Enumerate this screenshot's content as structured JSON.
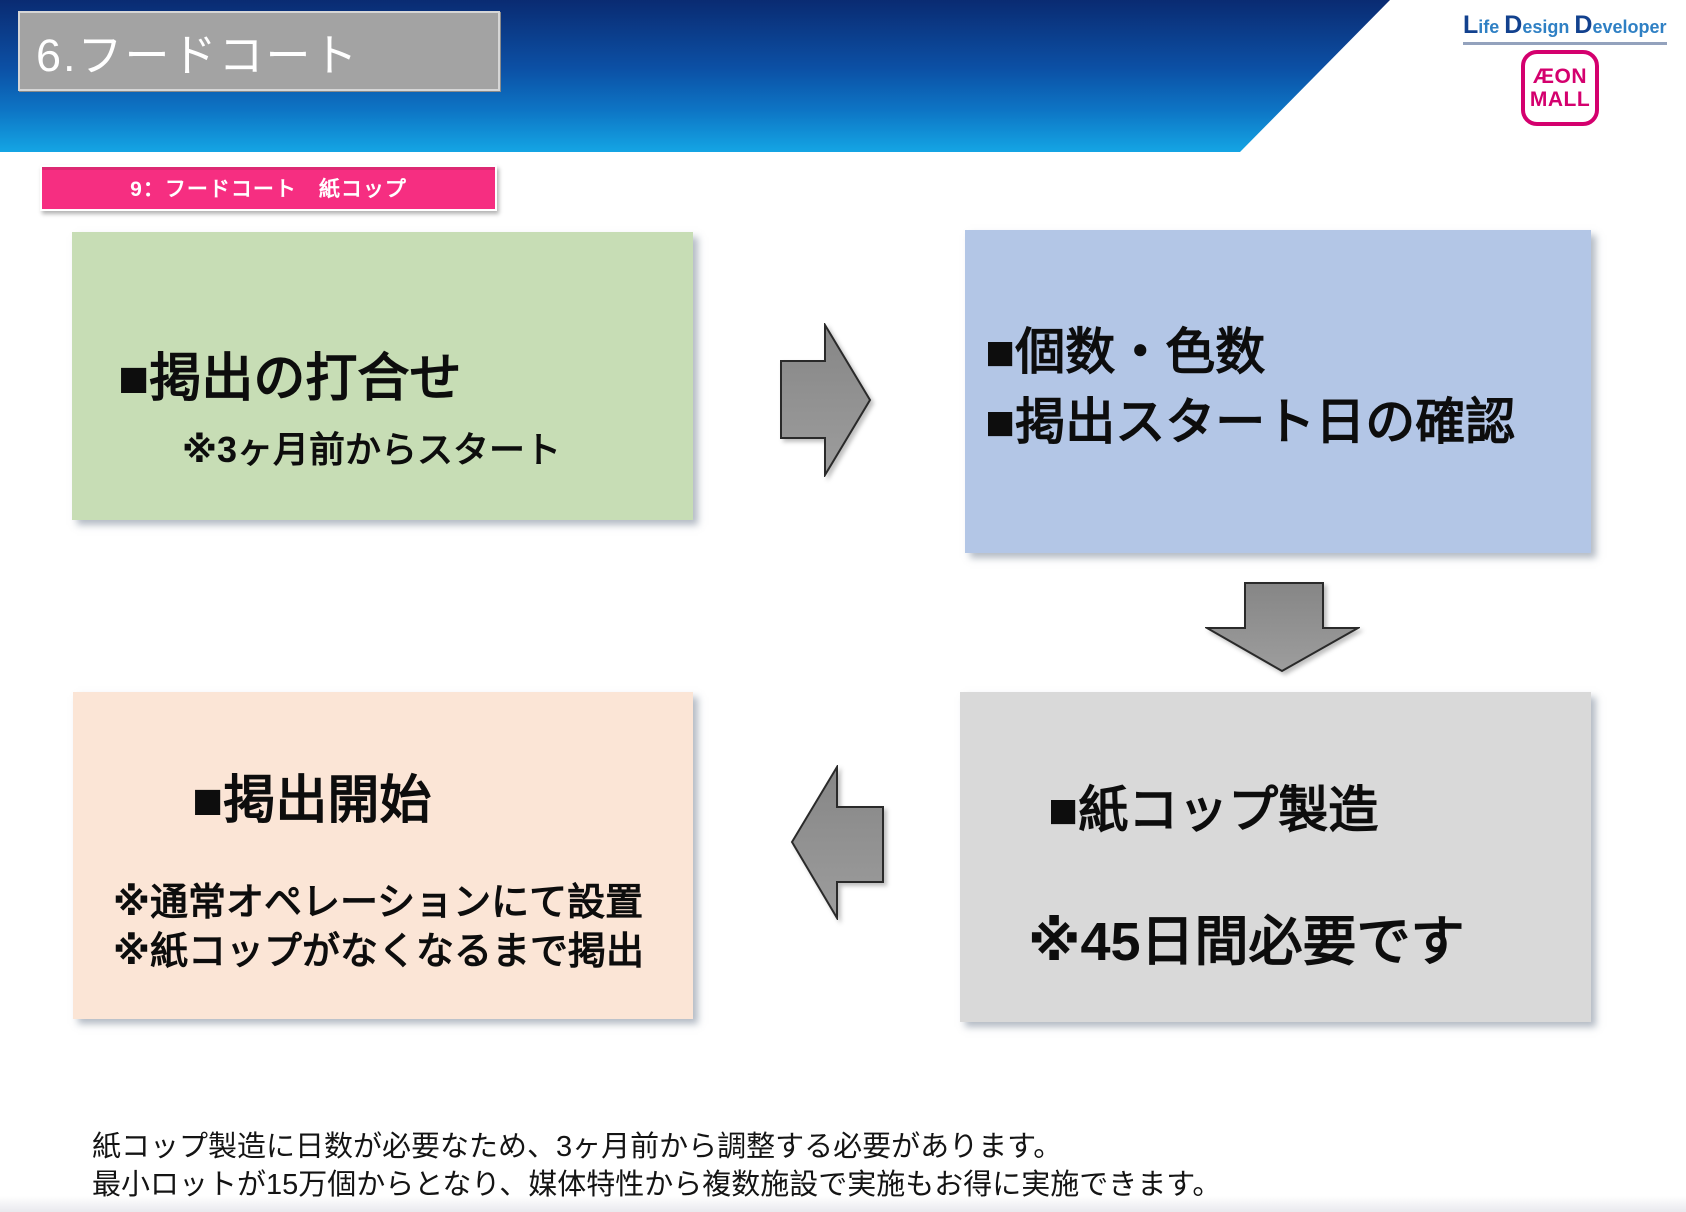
{
  "slide": {
    "header": {
      "section_title": "6.フードコート",
      "ldd_logo_words": [
        "Life",
        "Design",
        "Developer"
      ],
      "aeon_logo": {
        "line1": "ÆON",
        "line2": "MALL"
      }
    },
    "tag": {
      "text": "9：フードコート　紙コップ"
    },
    "flow": {
      "step1": {
        "title": "■掲出の打合せ",
        "note": "※3ヶ月前からスタート",
        "bg": "#c7ddb5"
      },
      "step2": {
        "line1": "■個数・色数",
        "line2": "■掲出スタート日の確認",
        "bg": "#b3c6e6"
      },
      "step3": {
        "title": "■紙コップ製造",
        "note": "※45日間必要です",
        "bg": "#d9d9d9"
      },
      "step4": {
        "title": "■掲出開始",
        "note1": "※通常オペレーションにて設置",
        "note2": "※紙コップがなくなるまで掲出",
        "bg": "#fbe5d6"
      }
    },
    "footer_notes": [
      "紙コップ製造に日数が必要なため、3ヶ月前から調整する必要があります。",
      "最小ロットが15万個からとなり、媒体特性から複数施設で実施もお得に実施できます。"
    ],
    "colors": {
      "banner_top": "#0a2b72",
      "banner_bottom": "#14a5e4",
      "title_box_bg": "#a3a3a3",
      "tag_bg": "#f62e81",
      "ldd_blue": "#2f80c4",
      "aeon_magenta": "#d4006e",
      "arrow_gray": "#8e8e8e",
      "text_black": "#0d0d0d"
    }
  }
}
